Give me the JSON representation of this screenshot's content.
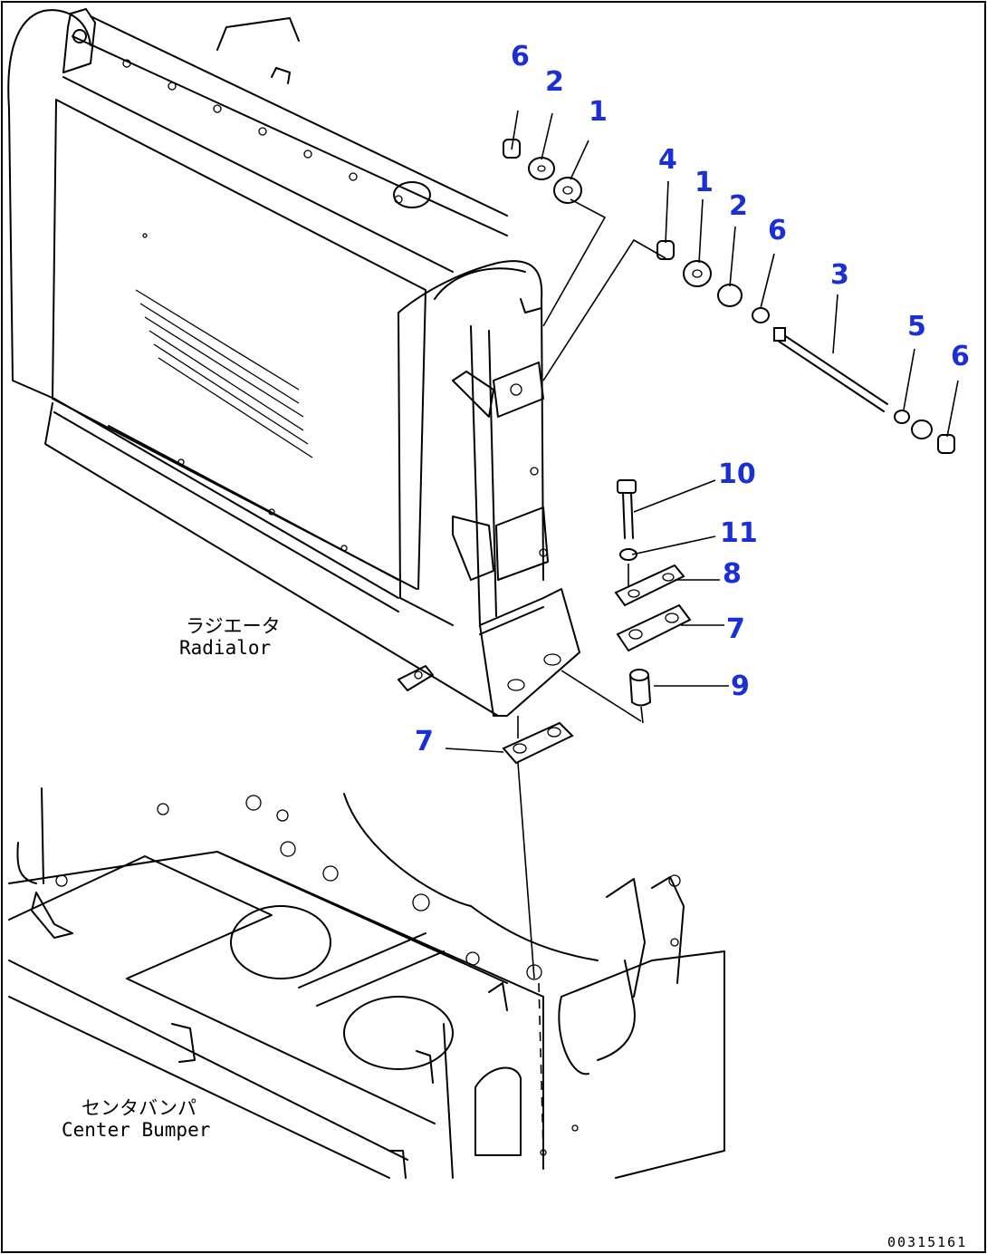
{
  "callouts": [
    {
      "id": "c6a",
      "text": "6"
    },
    {
      "id": "c2a",
      "text": "2"
    },
    {
      "id": "c1a",
      "text": "1"
    },
    {
      "id": "c4",
      "text": "4"
    },
    {
      "id": "c1b",
      "text": "1"
    },
    {
      "id": "c2b",
      "text": "2"
    },
    {
      "id": "c6b",
      "text": "6"
    },
    {
      "id": "c3",
      "text": "3"
    },
    {
      "id": "c5",
      "text": "5"
    },
    {
      "id": "c6c",
      "text": "6"
    },
    {
      "id": "c10",
      "text": "10"
    },
    {
      "id": "c11",
      "text": "11"
    },
    {
      "id": "c8",
      "text": "8"
    },
    {
      "id": "c7a",
      "text": "7"
    },
    {
      "id": "c9",
      "text": "9"
    },
    {
      "id": "c7b",
      "text": "7"
    }
  ],
  "labels": {
    "radiator_jp": "ラジエータ",
    "radiator_en": "Radialor",
    "bumper_jp": "センタバンパ",
    "bumper_en": "Center Bumper"
  },
  "drawing_code": "00315161",
  "colors": {
    "callout": "#1a2fd6",
    "line": "#000000",
    "background": "#ffffff"
  }
}
